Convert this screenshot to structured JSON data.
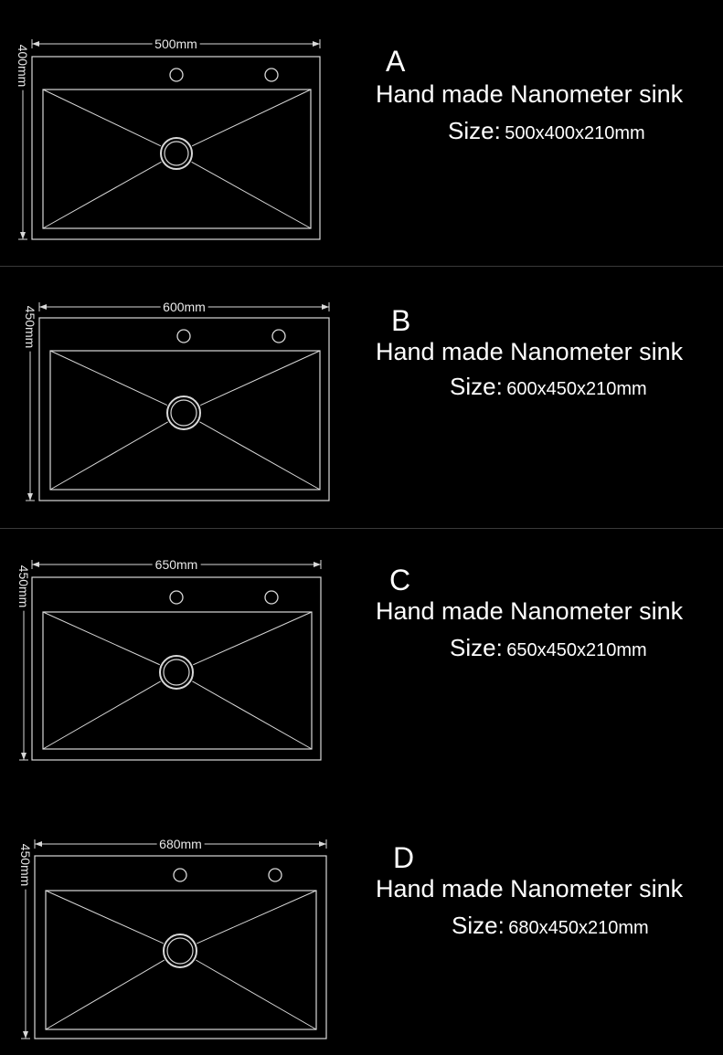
{
  "products": [
    {
      "letter": "A",
      "title": "Hand made Nanometer sink",
      "size_label": "Size:",
      "size_value": "500x400x210mm",
      "width_label": "500mm",
      "height_label": "400mm"
    },
    {
      "letter": "B",
      "title": "Hand made Nanometer sink",
      "size_label": "Size:",
      "size_value": "600x450x210mm",
      "width_label": "600mm",
      "height_label": "450mm"
    },
    {
      "letter": "C",
      "title": "Hand made Nanometer sink",
      "size_label": "Size:",
      "size_value": "650x450x210mm",
      "width_label": "650mm",
      "height_label": "450mm"
    },
    {
      "letter": "D",
      "title": "Hand made Nanometer sink",
      "size_label": "Size:",
      "size_value": "680x450x210mm",
      "width_label": "680mm",
      "height_label": "450mm"
    }
  ],
  "colors": {
    "background": "#000000",
    "line": "#d8d8d8",
    "text": "#ffffff",
    "divider": "#3a3a3a"
  }
}
